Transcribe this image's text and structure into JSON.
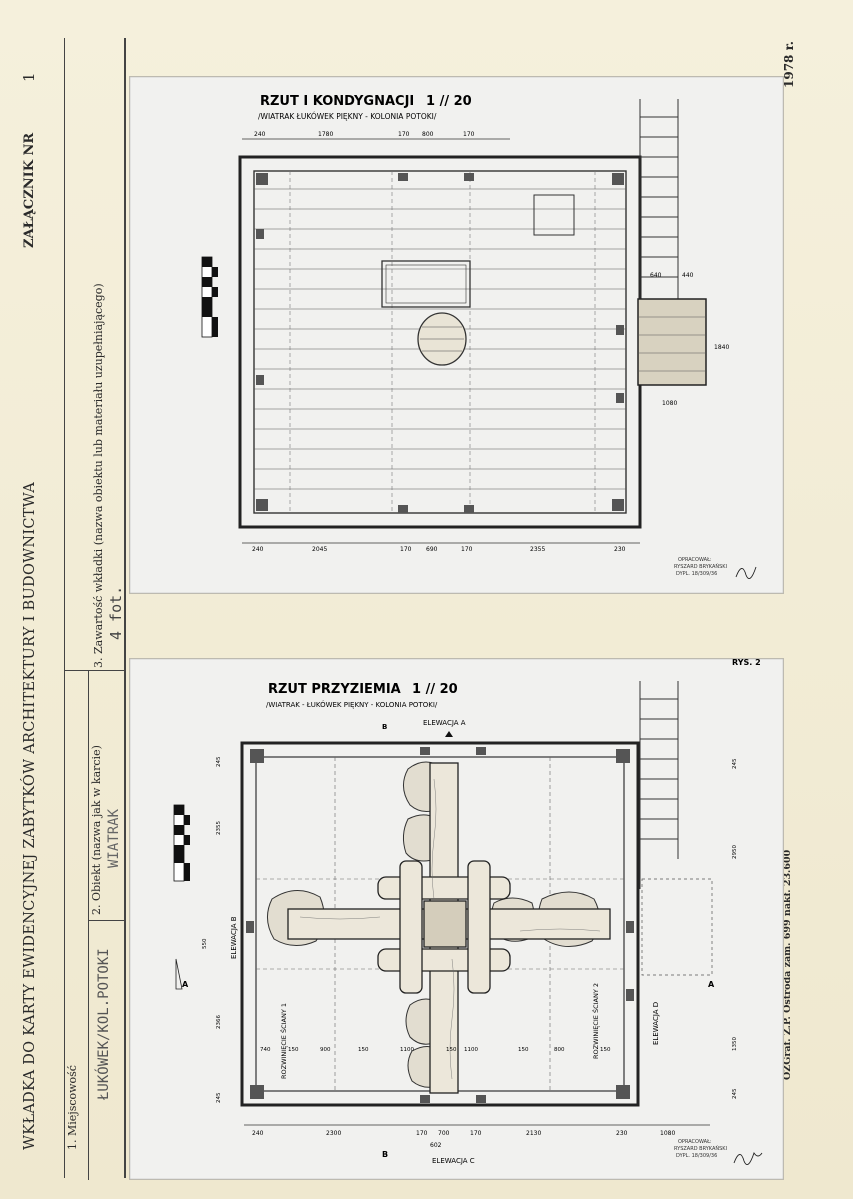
{
  "form": {
    "main_title": "WKŁADKA DO KARTY EWIDENCYJNEJ ZABYTKÓW ARCHITEKTURY I BUDOWNICTWA",
    "annex_label": "ZAŁĄCZNIK NR",
    "annex_number": "1",
    "year": "1978 r.",
    "field1_label": "1. Miejscowość",
    "field1_value": "ŁUKÓWEK/KOL.POTOKI",
    "field2_label": "2. Obiekt (nazwa jak w karcie)",
    "field2_value": "WIATRAK",
    "field3_label": "3. Zawartość wkładki (nazwa obiektu lub materiału uzupełniającego)",
    "field3_value": "4 fot.",
    "printer_note": "OZGraf. Z.P. Ostróda zam. 699 nakł. 23.600"
  },
  "plan_top": {
    "title": "RZUT I KONDYGNACJI",
    "scale": "1 // 20",
    "subtitle": "/WIATRAK ŁUKÓWEK PIĘKNY - KOLONIA POTOKI/",
    "dims_top": [
      "240",
      "1780",
      "170",
      "800",
      "170"
    ],
    "dims_bottom": [
      "240",
      "2045",
      "170",
      "690",
      "170",
      "2355",
      "230"
    ],
    "dims_right": [
      "640",
      "440",
      "1840",
      "1080"
    ],
    "stamp": [
      "OPRACOWAŁ:",
      "RYSZARD BRYKAŃSKI",
      "DYPL. 18/309/36"
    ]
  },
  "plan_bottom": {
    "title": "RZUT PRZYZIEMIA",
    "scale": "1 // 20",
    "subtitle": "/WIATRAK - ŁUKÓWEK PIĘKNY - KOLONIA POTOKI/",
    "sheet_tag": "RYS. 2",
    "elev_a": "ELEWACJA A",
    "elev_b": "ELEWACJA B",
    "elev_c": "ELEWACJA C",
    "elev_d": "ELEWACJA D",
    "section_1": "ROZWINIĘCIE ŚCIANY 1",
    "section_2": "ROZWINIĘCIE ŚCIANY 2",
    "marker_a": "A",
    "marker_b": "B",
    "dims_bottom": [
      "240",
      "2300",
      "170",
      "700",
      "170",
      "2130",
      "230",
      "1080"
    ],
    "dims_bottom_total": "602",
    "dims_right": [
      "245",
      "2950",
      "1350",
      "245"
    ],
    "dims_left": [
      "245",
      "2355",
      "550",
      "2366",
      "245"
    ],
    "dims_inner": [
      "740",
      "150",
      "900",
      "150",
      "1100",
      "150",
      "1100",
      "150",
      "800",
      "150"
    ],
    "stamp": [
      "OPRACOWAŁ:",
      "RYSZARD BRYKAŃSKI",
      "DYPL. 18/309/36"
    ]
  }
}
